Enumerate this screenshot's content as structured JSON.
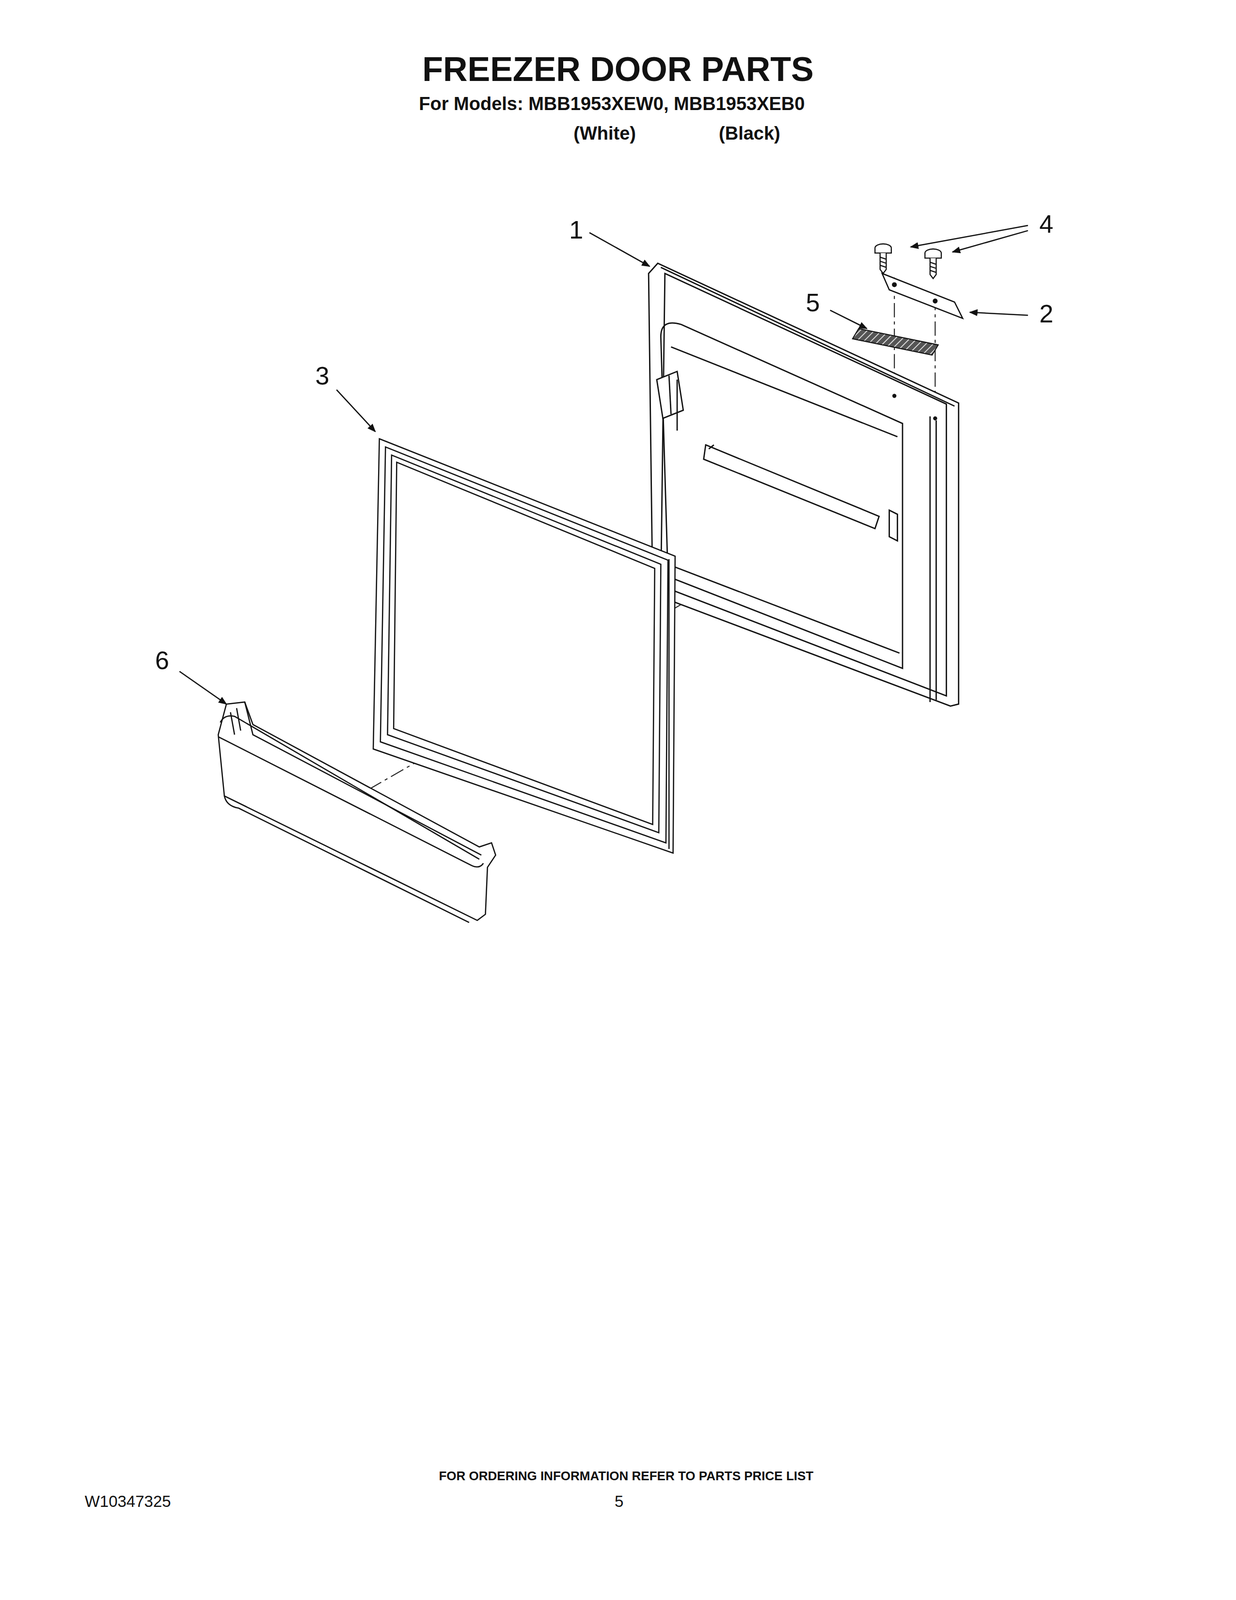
{
  "diagram": {
    "title": "FREEZER DOOR PARTS",
    "labels": [
      "For Models: MBB1953XEW0, MBB1953XEB0",
      "(White)",
      "(Black)",
      "1",
      "4",
      "5",
      "2",
      "3",
      "6",
      "FOR ORDERING INFORMATION REFER TO PARTS PRICE LIST",
      "W10347325",
      "5"
    ]
  }
}
